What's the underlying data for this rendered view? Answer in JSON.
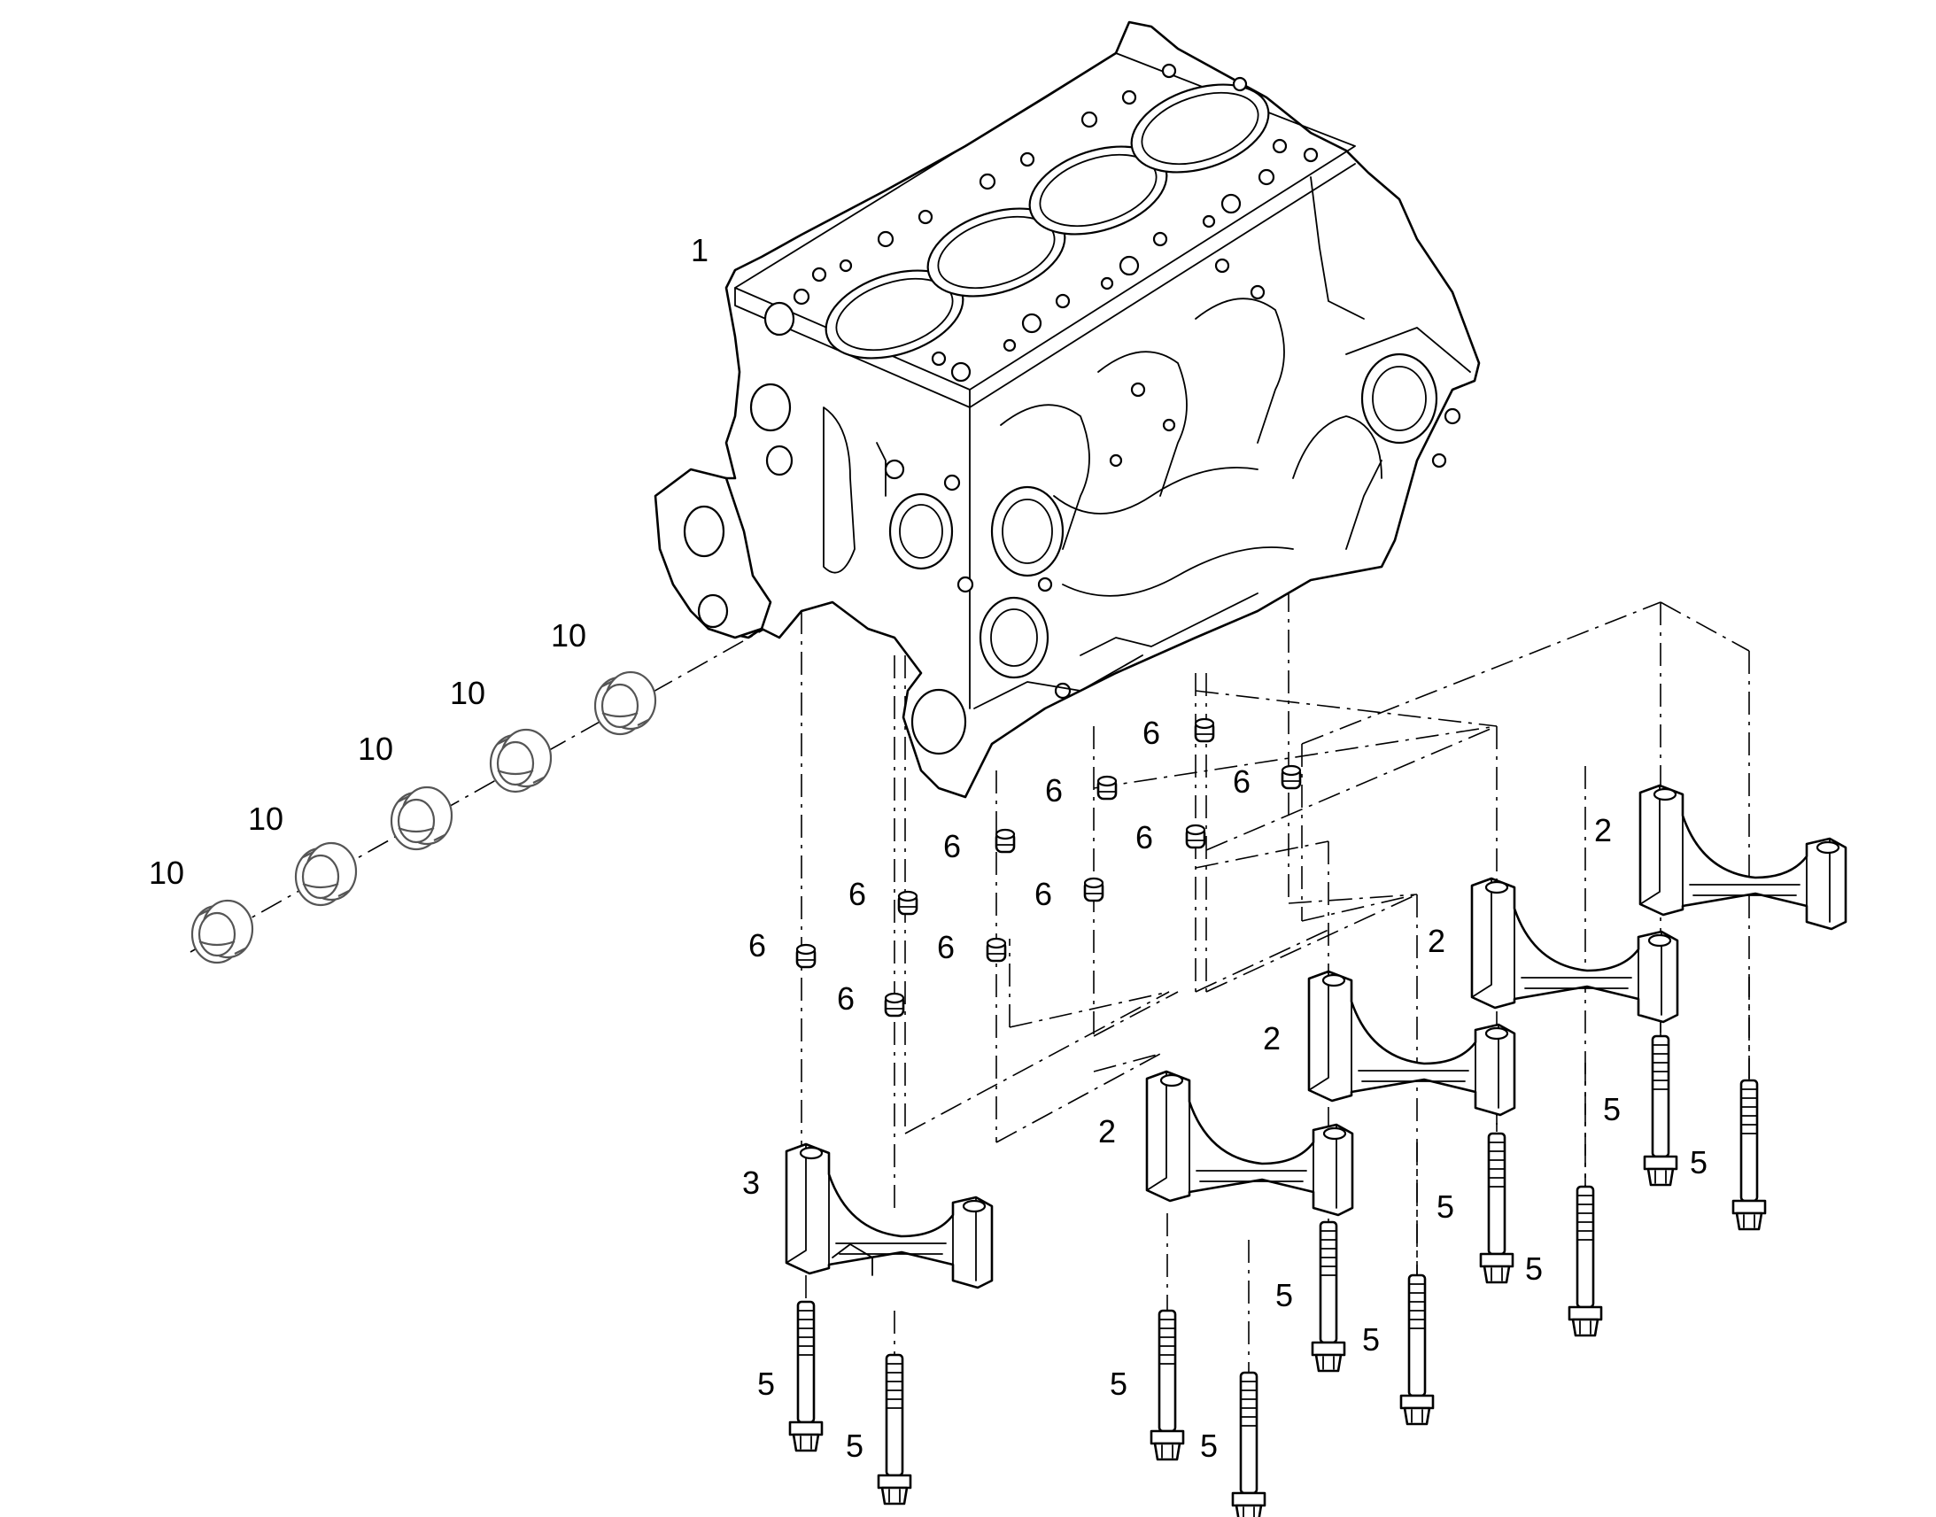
{
  "callouts": [
    {
      "id": "c-1",
      "text": "1"
    },
    {
      "id": "c-2a",
      "text": "2"
    },
    {
      "id": "c-2b",
      "text": "2"
    },
    {
      "id": "c-2c",
      "text": "2"
    },
    {
      "id": "c-2d",
      "text": "2"
    },
    {
      "id": "c-3",
      "text": "3"
    },
    {
      "id": "c-5a",
      "text": "5"
    },
    {
      "id": "c-5b",
      "text": "5"
    },
    {
      "id": "c-5c",
      "text": "5"
    },
    {
      "id": "c-5d",
      "text": "5"
    },
    {
      "id": "c-5e",
      "text": "5"
    },
    {
      "id": "c-5f",
      "text": "5"
    },
    {
      "id": "c-5g",
      "text": "5"
    },
    {
      "id": "c-5h",
      "text": "5"
    },
    {
      "id": "c-5i",
      "text": "5"
    },
    {
      "id": "c-5j",
      "text": "5"
    },
    {
      "id": "c-6a",
      "text": "6"
    },
    {
      "id": "c-6b",
      "text": "6"
    },
    {
      "id": "c-6c",
      "text": "6"
    },
    {
      "id": "c-6d",
      "text": "6"
    },
    {
      "id": "c-6e",
      "text": "6"
    },
    {
      "id": "c-6f",
      "text": "6"
    },
    {
      "id": "c-6g",
      "text": "6"
    },
    {
      "id": "c-6h",
      "text": "6"
    },
    {
      "id": "c-6i",
      "text": "6"
    },
    {
      "id": "c-6j",
      "text": "6"
    },
    {
      "id": "c-10a",
      "text": "10"
    },
    {
      "id": "c-10b",
      "text": "10"
    },
    {
      "id": "c-10c",
      "text": "10"
    },
    {
      "id": "c-10d",
      "text": "10"
    },
    {
      "id": "c-10e",
      "text": "10"
    }
  ]
}
